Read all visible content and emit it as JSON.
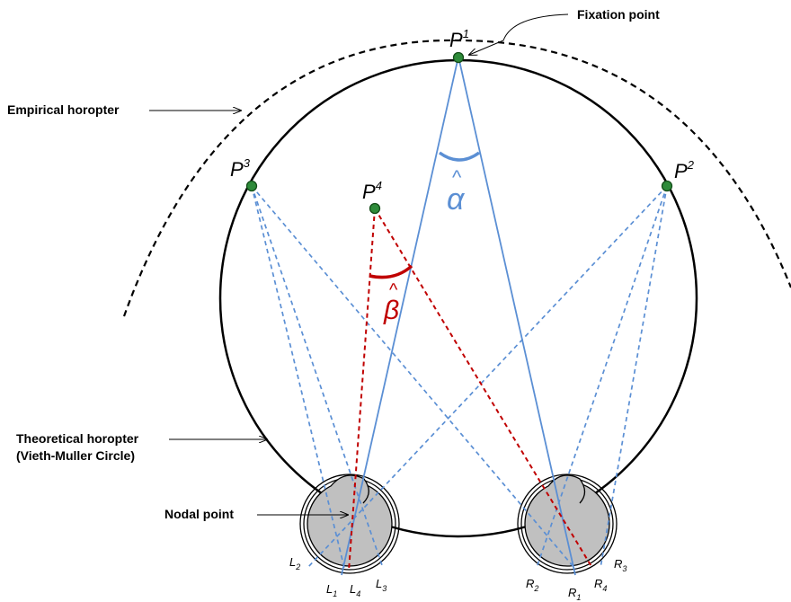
{
  "annotations": {
    "fixation_point": "Fixation point",
    "empirical_horopter": "Empirical horopter",
    "theoretical_horopter_line1": "Theoretical horopter",
    "theoretical_horopter_line2": "(Vieth-Muller Circle)",
    "nodal_point": "Nodal point"
  },
  "points": [
    {
      "id": "P1",
      "base": "P",
      "sup": "1"
    },
    {
      "id": "P2",
      "base": "P",
      "sup": "2"
    },
    {
      "id": "P3",
      "base": "P",
      "sup": "3"
    },
    {
      "id": "P4",
      "base": "P",
      "sup": "4"
    }
  ],
  "angles": {
    "alpha": {
      "symbol": "α",
      "hat": "^"
    },
    "beta": {
      "symbol": "β",
      "hat": "^"
    }
  },
  "retina_labels": {
    "left": [
      {
        "base": "L",
        "sub": "2"
      },
      {
        "base": "L",
        "sub": "1"
      },
      {
        "base": "L",
        "sub": "4"
      },
      {
        "base": "L",
        "sub": "3"
      }
    ],
    "right": [
      {
        "base": "R",
        "sub": "2"
      },
      {
        "base": "R",
        "sub": "1"
      },
      {
        "base": "R",
        "sub": "4"
      },
      {
        "base": "R",
        "sub": "3"
      }
    ]
  },
  "colors": {
    "point_fill": "#2e8b3a",
    "blue_line": "#5b8fd4",
    "red_line": "#c00000",
    "eye_fill": "#c0c0c0"
  }
}
